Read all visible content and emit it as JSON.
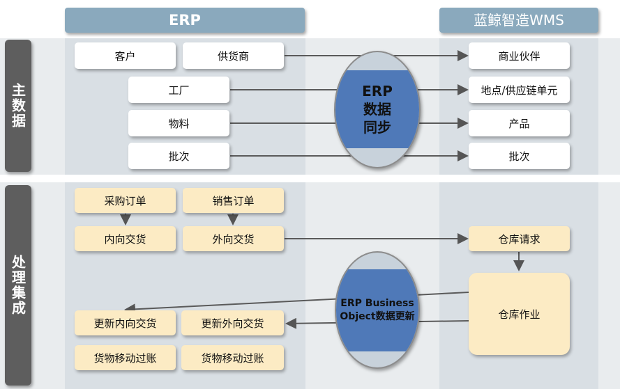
{
  "columns": {
    "erp": "ERP",
    "wms": "蓝鲸智造WMS"
  },
  "sections": {
    "master_data": "主数据",
    "process_integration": "处理集成"
  },
  "master": {
    "erp_boxes": [
      "客户",
      "供货商",
      "工厂",
      "物料",
      "批次"
    ],
    "wms_boxes": [
      "商业伙伴",
      "地点/供应链单元",
      "产品",
      "批次"
    ],
    "hub_lines": [
      "ERP",
      "数据",
      "同步"
    ]
  },
  "process": {
    "purchase_order": "采购订单",
    "sales_order": "销售订单",
    "inbound_delivery": "内向交货",
    "outbound_delivery": "外向交货",
    "warehouse_request": "仓库请求",
    "warehouse_operation": "仓库作业",
    "update_inbound": "更新内向交货",
    "update_outbound": "更新外向交货",
    "goods_movement_1": "货物移动过账",
    "goods_movement_2": "货物移动过账",
    "hub_text": "ERP Business Object数据更新"
  }
}
